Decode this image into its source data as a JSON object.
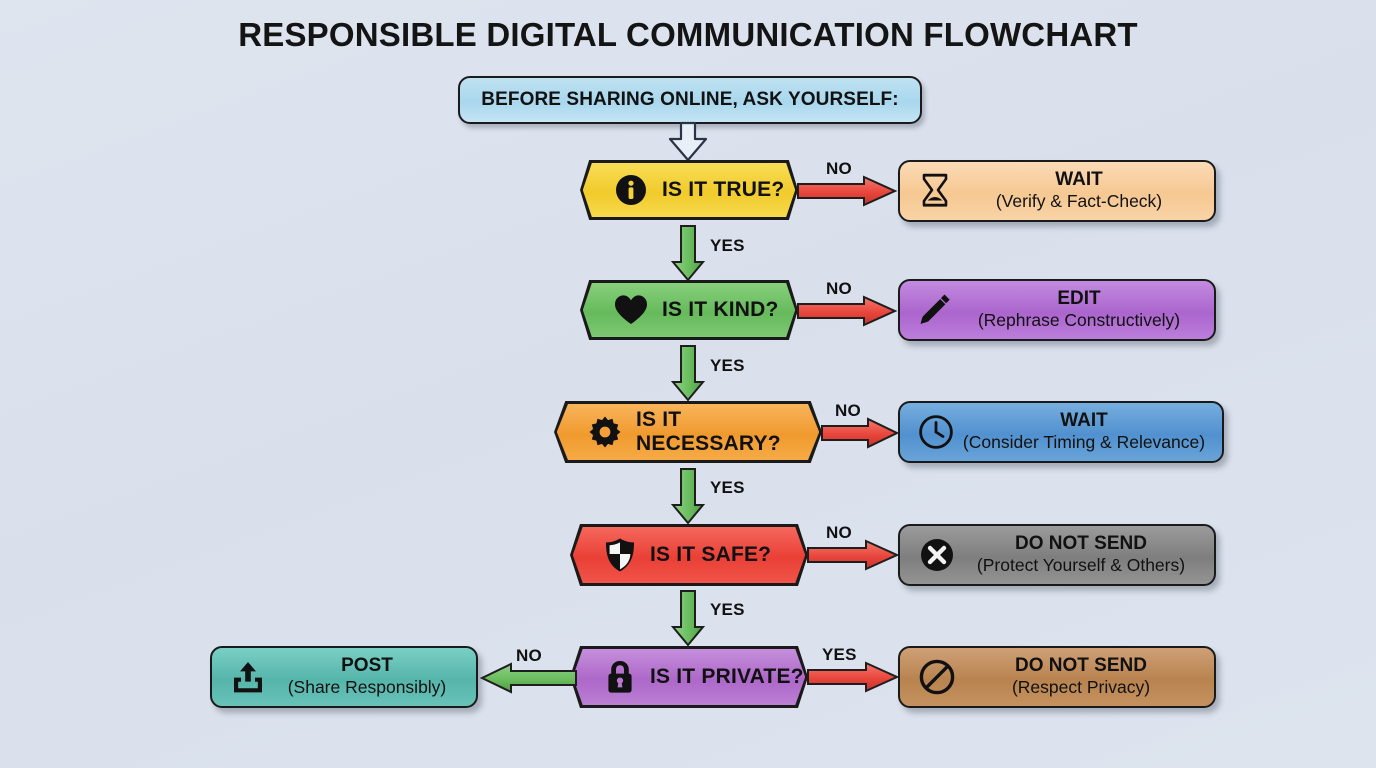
{
  "page": {
    "title": "RESPONSIBLE DIGITAL COMMUNICATION FLOWCHART",
    "background_color": "#dce3ed"
  },
  "header": {
    "label": "BEFORE SHARING ONLINE, ASK YOURSELF:",
    "fill_color": "#b3dcef",
    "arrow_icon": "hollow-down-arrow-icon"
  },
  "decisions": [
    {
      "id": "is-it-true",
      "label": "IS IT TRUE?",
      "icon": "info-circle-icon",
      "fill_color": "#f3d23c",
      "yes_label": "YES",
      "no_label": "NO"
    },
    {
      "id": "is-it-kind",
      "label": "IS IT KIND?",
      "icon": "heart-icon",
      "fill_color": "#6dbf63",
      "yes_label": "YES",
      "no_label": "NO"
    },
    {
      "id": "is-it-necessary",
      "label": "IS IT NECESSARY?",
      "icon": "gear-icon",
      "fill_color": "#f3a03a",
      "yes_label": "YES",
      "no_label": "NO"
    },
    {
      "id": "is-it-safe",
      "label": "IS IT SAFE?",
      "icon": "shield-icon",
      "fill_color": "#ef5148",
      "yes_label": "YES",
      "no_label": "NO"
    },
    {
      "id": "is-it-private",
      "label": "IS IT PRIVATE?",
      "icon": "lock-icon",
      "fill_color": "#b679cf",
      "yes_label": "YES",
      "no_label": "NO"
    }
  ],
  "outcomes": [
    {
      "id": "wait-verify",
      "main": "WAIT",
      "sub": "(Verify & Fact-Check)",
      "icon": "hourglass-icon",
      "fill_color": "#f7cb9b"
    },
    {
      "id": "edit-rephrase",
      "main": "EDIT",
      "sub": "(Rephrase Constructively)",
      "icon": "pencil-icon",
      "fill_color": "#b06fd0"
    },
    {
      "id": "wait-timing",
      "main": "WAIT",
      "sub": "(Consider Timing & Relevance)",
      "icon": "clock-icon",
      "fill_color": "#5b9bd5"
    },
    {
      "id": "do-not-send-protect",
      "main": "DO NOT SEND",
      "sub": "(Protect Yourself & Others)",
      "icon": "x-circle-icon",
      "fill_color": "#8a8a8a"
    },
    {
      "id": "do-not-send-privacy",
      "main": "DO NOT SEND",
      "sub": "(Respect Privacy)",
      "icon": "no-entry-icon",
      "fill_color": "#bf8e60"
    },
    {
      "id": "post-share",
      "main": "POST",
      "sub": "(Share Responsibly)",
      "icon": "upload-icon",
      "fill_color": "#5fbfb5"
    }
  ],
  "edges": {
    "yes_color": "#6abd5e",
    "no_color": "#e8463c",
    "yes_1": "YES",
    "yes_2": "YES",
    "yes_3": "YES",
    "yes_4": "YES",
    "no_1": "NO",
    "no_2": "NO",
    "no_3": "NO",
    "no_4": "NO",
    "private_no": "NO",
    "private_yes": "YES"
  }
}
